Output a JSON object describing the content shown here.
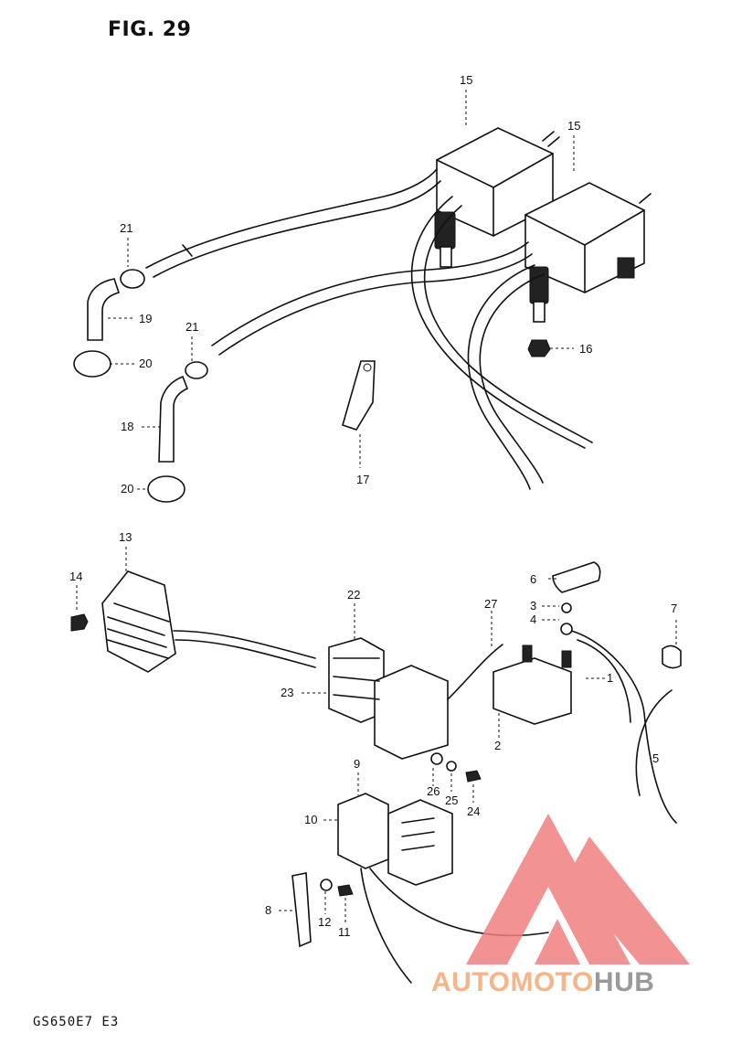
{
  "figure": {
    "title": "FIG. 29",
    "model_code": "GS650E7 E3"
  },
  "callouts": {
    "p15a": "15",
    "p15b": "15",
    "p16": "16",
    "p17": "17",
    "p18": "18",
    "p19": "19",
    "p20a": "20",
    "p20b": "20",
    "p21a": "21",
    "p21b": "21",
    "p13": "13",
    "p14": "14",
    "p22": "22",
    "p23": "23",
    "p27": "27",
    "p6": "6",
    "p3": "3",
    "p4": "4",
    "p7": "7",
    "p1": "1",
    "p2": "2",
    "p5": "5",
    "p9": "9",
    "p10": "10",
    "p26": "26",
    "p25": "25",
    "p24": "24",
    "p8": "8",
    "p12": "12",
    "p11": "11"
  },
  "watermark": {
    "brand_part1": "AUTOMOTO",
    "brand_part2": "HUB",
    "accent_color": "#f08080",
    "text_color_1": "#f6b489",
    "text_color_2": "#9a9a9a"
  }
}
